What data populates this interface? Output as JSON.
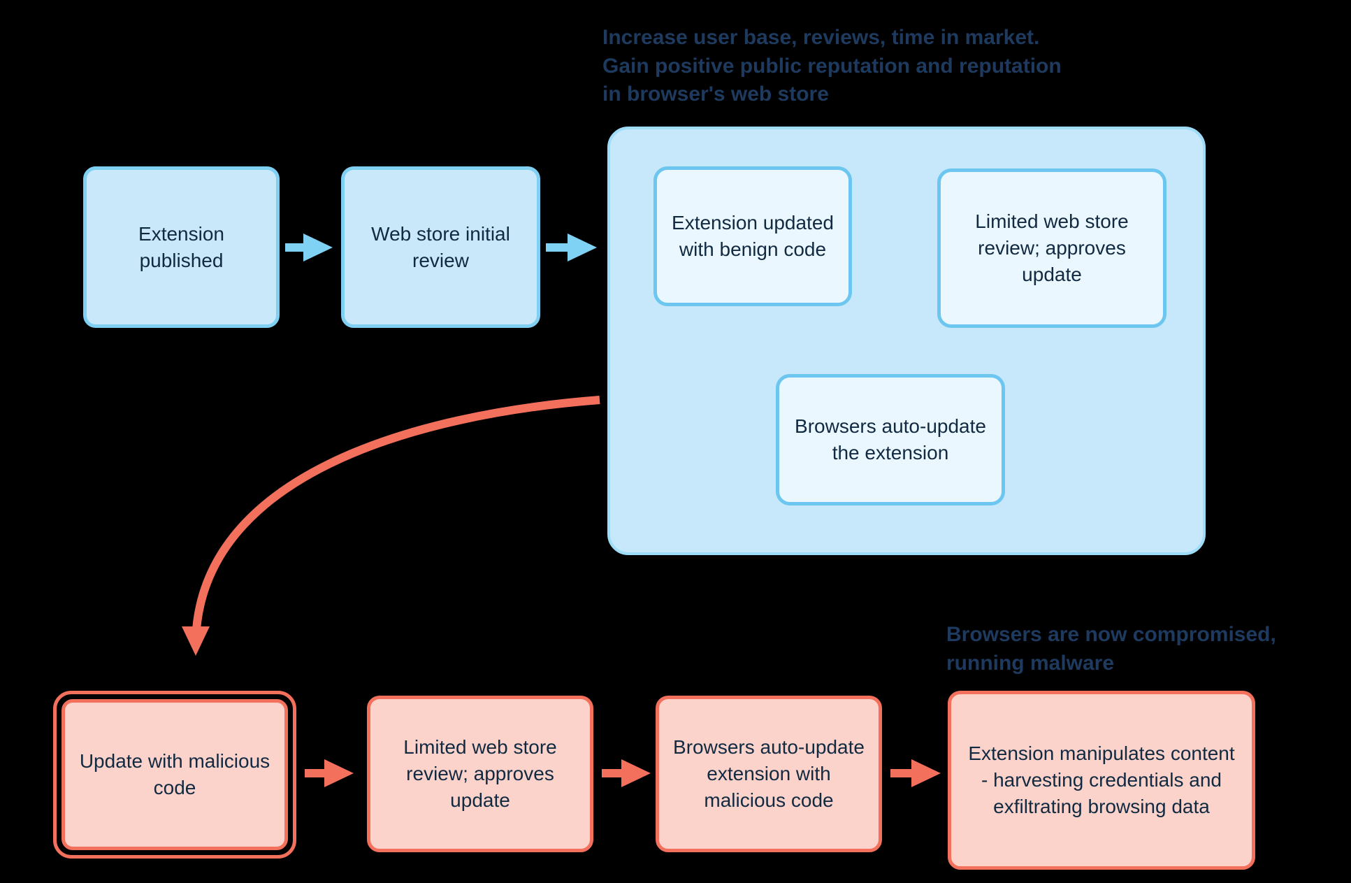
{
  "annotations": {
    "growth_loop": "Increase user base, reviews, time in market.\nGain positive public reputation and reputation\nin browser's web store",
    "compromised": "Browsers are now compromised,\nrunning malware"
  },
  "nodes": {
    "extension_published": "Extension published",
    "web_store_initial_review": "Web store initial review",
    "benign_update": "Extension updated with benign code",
    "loop_limited_review": "Limited web store review; approves update",
    "loop_auto_update": "Browsers auto-update the extension",
    "malicious_update": "Update with malicious code",
    "limited_review": "Limited web store review; approves update",
    "auto_update_malicious": "Browsers auto-update extension with malicious code",
    "manipulates_content": "Extension manipulates content - harvesting credentials and exfiltrating browsing data"
  },
  "colors": {
    "background": "#000000",
    "blue_fill": "#c9e9fb",
    "blue_border": "#7fd0f2",
    "loop_container_fill": "#c6e8fa",
    "inner_box_fill": "#eaf7fe",
    "inner_box_border": "#6cc6ef",
    "arrow_blue": "#7fd2f3",
    "red_fill": "#fbd3cb",
    "red_border": "#f3705c",
    "arrow_red": "#f3705c",
    "node_text": "#112a41",
    "annotation_text": "#1e3a5f"
  }
}
